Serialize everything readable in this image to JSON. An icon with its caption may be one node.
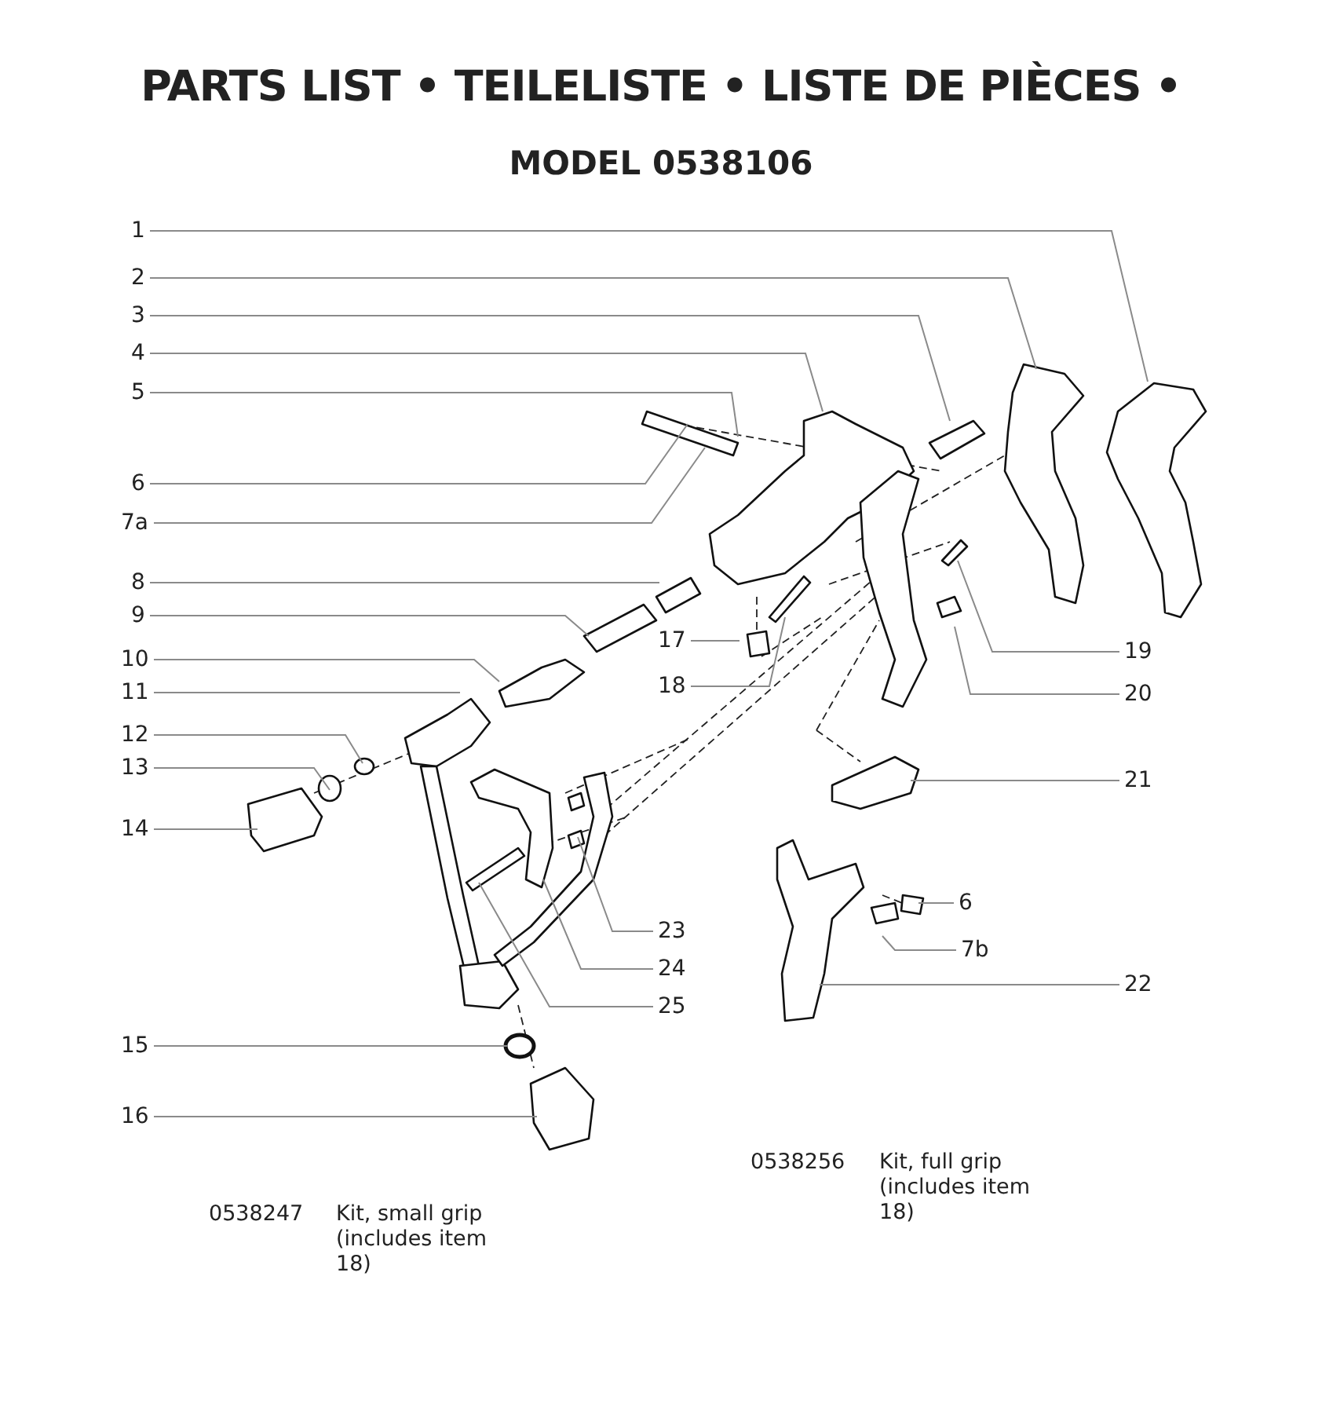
{
  "diagram": {
    "title": "PARTS LIST • TEILELISTE • LISTE DE PIÈCES •",
    "nodes": [
      {
        "text": [
          "1"
        ]
      },
      {
        "text": [
          "2"
        ]
      },
      {
        "text": [
          "3"
        ]
      },
      {
        "text": [
          "4"
        ]
      },
      {
        "text": [
          "5"
        ]
      },
      {
        "text": [
          "6"
        ]
      },
      {
        "text": [
          "7a"
        ]
      },
      {
        "text": [
          "8"
        ]
      },
      {
        "text": [
          "9"
        ]
      },
      {
        "text": [
          "17"
        ]
      },
      {
        "text": [
          "19"
        ]
      },
      {
        "text": [
          "10"
        ]
      },
      {
        "text": [
          "18"
        ]
      },
      {
        "text": [
          "11"
        ]
      },
      {
        "text": [
          "20"
        ]
      },
      {
        "text": [
          "12"
        ]
      },
      {
        "text": [
          "13"
        ]
      },
      {
        "text": [
          "21"
        ]
      },
      {
        "text": [
          "14"
        ]
      },
      {
        "text": [
          "6"
        ]
      },
      {
        "text": [
          "23"
        ]
      },
      {
        "text": [
          "7b"
        ]
      },
      {
        "text": [
          "24"
        ]
      },
      {
        "text": [
          "22"
        ]
      },
      {
        "text": [
          "25"
        ]
      },
      {
        "text": [
          "15"
        ]
      },
      {
        "text": [
          "16"
        ]
      }
    ],
    "edges": [
      {
        "from": 0,
        "to": null,
        "arrow": "none"
      },
      {
        "from": 1,
        "to": null,
        "arrow": "none"
      },
      {
        "from": 2,
        "to": null,
        "arrow": "none"
      },
      {
        "from": 3,
        "to": null,
        "arrow": "none"
      },
      {
        "from": 4,
        "to": null,
        "arrow": "none"
      },
      {
        "from": 5,
        "to": null,
        "arrow": "none"
      },
      {
        "from": 6,
        "to": null,
        "arrow": "none"
      },
      {
        "from": 7,
        "to": null,
        "arrow": "none"
      },
      {
        "from": 8,
        "to": null,
        "arrow": "none"
      },
      {
        "from": 9,
        "to": null,
        "arrow": "none"
      },
      {
        "from": 10,
        "to": null,
        "arrow": "none"
      },
      {
        "from": 11,
        "to": null,
        "arrow": "none"
      },
      {
        "from": 12,
        "to": null,
        "arrow": "none"
      },
      {
        "from": 13,
        "to": null,
        "arrow": "none"
      },
      {
        "from": 14,
        "to": null,
        "arrow": "none"
      },
      {
        "from": 15,
        "to": null,
        "arrow": "none"
      },
      {
        "from": 16,
        "to": null,
        "arrow": "none"
      },
      {
        "from": 17,
        "to": null,
        "arrow": "none"
      },
      {
        "from": 18,
        "to": null,
        "arrow": "none"
      },
      {
        "from": 19,
        "to": null,
        "arrow": "none"
      },
      {
        "from": 20,
        "to": null,
        "arrow": "none"
      },
      {
        "from": 21,
        "to": null,
        "arrow": "none"
      },
      {
        "from": 22,
        "to": null,
        "arrow": "none"
      },
      {
        "from": 23,
        "to": null,
        "arrow": "none"
      },
      {
        "from": 24,
        "to": null,
        "arrow": "none"
      },
      {
        "from": 25,
        "to": null,
        "arrow": "none"
      },
      {
        "from": 26,
        "to": null,
        "arrow": "none"
      }
    ],
    "labels": [
      "MODEL 0538106",
      "0538256",
      "Kit, full grip (includes item 18)",
      "0538247",
      "Kit, small grip (includes item 18)"
    ]
  }
}
